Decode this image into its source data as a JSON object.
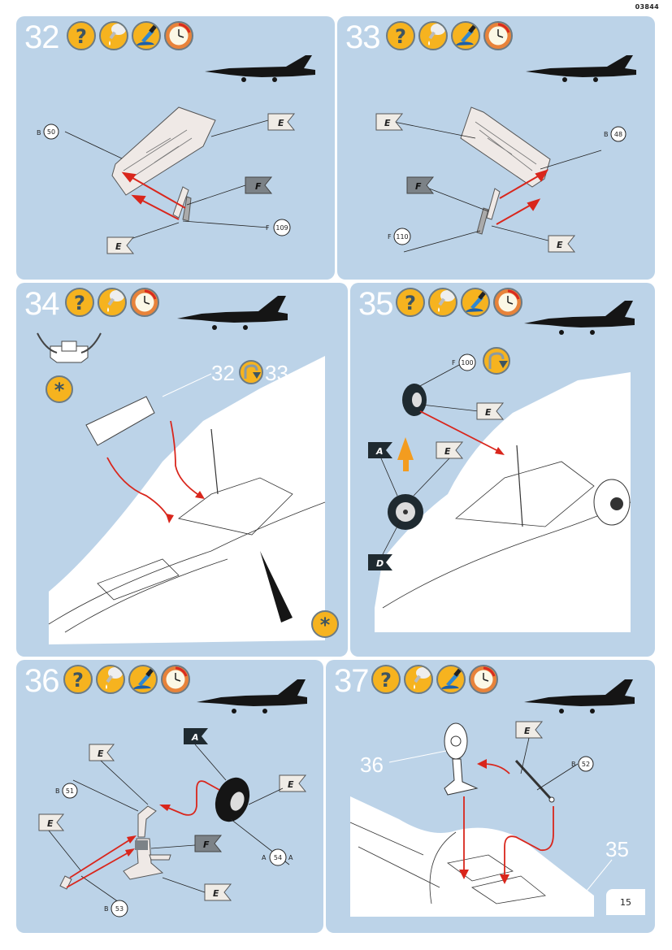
{
  "document": {
    "code": "03844",
    "page_number": "15",
    "colors": {
      "panel_bg": "#bcd3e8",
      "icon_fill": "#f6b31f",
      "arrow_red": "#d9261c",
      "orange_arrow": "#f39c1f",
      "flag_light": "#f0ece6",
      "flag_gray": "#7c8287",
      "flag_dark": "#1f2a30"
    }
  },
  "steps": [
    {
      "number": "32",
      "icons": [
        "help-icon",
        "glue-icon",
        "paint-brush-icon",
        "clock-icon"
      ],
      "callouts": [
        {
          "prefix": "B",
          "part": "50"
        },
        {
          "prefix": "F",
          "part": "109"
        }
      ],
      "flags": [
        "E",
        "F",
        "E"
      ]
    },
    {
      "number": "33",
      "icons": [
        "help-icon",
        "glue-icon",
        "paint-brush-icon",
        "clock-icon"
      ],
      "callouts": [
        {
          "prefix": "B",
          "part": "48"
        },
        {
          "prefix": "F",
          "part": "110"
        }
      ],
      "flags": [
        "E",
        "F",
        "E"
      ]
    },
    {
      "number": "34",
      "icons": [
        "help-icon",
        "glue-icon",
        "clock-icon"
      ],
      "refs": {
        "from": "32",
        "to": "33"
      },
      "flags": []
    },
    {
      "number": "35",
      "icons": [
        "help-icon",
        "glue-icon",
        "paint-brush-icon",
        "clock-icon"
      ],
      "callouts": [
        {
          "prefix": "F",
          "part": "100"
        }
      ],
      "flags": [
        "E",
        "A",
        "E",
        "D"
      ]
    },
    {
      "number": "36",
      "icons": [
        "help-icon",
        "glue-icon",
        "paint-brush-icon",
        "clock-icon"
      ],
      "callouts": [
        {
          "prefix": "B",
          "part": "51"
        },
        {
          "prefix": "A",
          "part": "54",
          "suffix": "A"
        },
        {
          "prefix": "B",
          "part": "53"
        }
      ],
      "flags": [
        "A",
        "E",
        "E",
        "E",
        "F",
        "E"
      ]
    },
    {
      "number": "37",
      "icons": [
        "help-icon",
        "glue-icon",
        "paint-brush-icon",
        "clock-icon"
      ],
      "callouts": [
        {
          "prefix": "B",
          "part": "52"
        }
      ],
      "refs": {
        "sub_a": "36",
        "sub_b": "35"
      },
      "flags": [
        "E"
      ]
    }
  ]
}
